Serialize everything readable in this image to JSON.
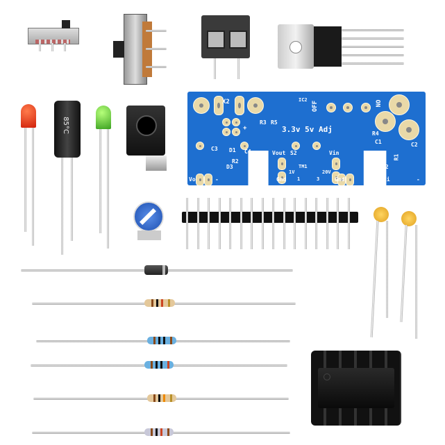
{
  "scene": {
    "description_colors": {
      "pcb": "#1e6fd0",
      "pad": "#e9d9a8",
      "background": "#ffffff"
    }
  },
  "capacitor": {
    "label": "85°C"
  },
  "pcb": {
    "labels": {
      "x2": "X2",
      "ic2": "IC2",
      "off": "OFF",
      "on": "ON",
      "r3": "R3",
      "r5": "R5",
      "voltages": "3.3v 5v Adj",
      "r4": "R4",
      "c1": "C1",
      "c2": "C2",
      "d1": "D1",
      "c3": "C3",
      "c4": "C4",
      "s2": "S2",
      "r2": "R2",
      "r1": "R1",
      "d2": "D2",
      "d3": "D3",
      "vout": "Vout",
      "vin": "Vin",
      "gnd_left": "Gnd",
      "gnd_right": "Gnd",
      "vo": "Vo",
      "vi": "Vi",
      "tm1": "TM1",
      "v1": "1V",
      "v20": "20V",
      "p1": "1",
      "p3": "3",
      "minus_left": "-",
      "minus_right": "-",
      "plus": "+"
    }
  }
}
